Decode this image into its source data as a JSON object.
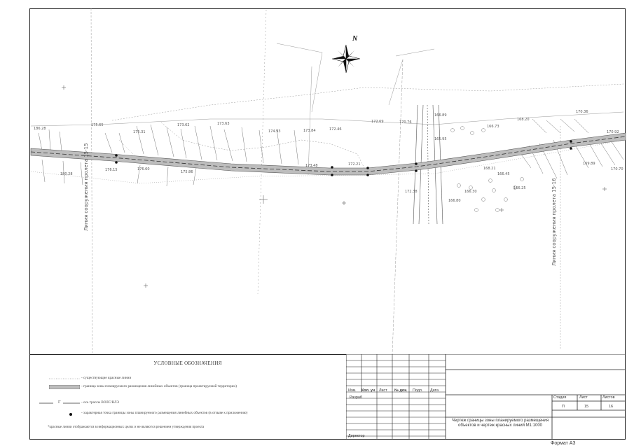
{
  "north_label": "N",
  "map_labels": {
    "left_vertical": "Линия сооружения пролета 15-15",
    "right_vertical": "Линия сооружения пролета 15-16",
    "elevations": [
      {
        "id": "e1",
        "text": "186.28"
      },
      {
        "id": "e2",
        "text": "175.65"
      },
      {
        "id": "e3",
        "text": "175.31"
      },
      {
        "id": "e4",
        "text": "173.62"
      },
      {
        "id": "e5",
        "text": "173.63"
      },
      {
        "id": "e6",
        "text": "174.93"
      },
      {
        "id": "e7",
        "text": "173.84"
      },
      {
        "id": "e8",
        "text": "172.46"
      },
      {
        "id": "e9",
        "text": "172.69"
      },
      {
        "id": "e10",
        "text": "170.76"
      },
      {
        "id": "e11",
        "text": "166.89"
      },
      {
        "id": "e12",
        "text": "166.73"
      },
      {
        "id": "e13",
        "text": "168.20"
      },
      {
        "id": "e14",
        "text": "170.36"
      },
      {
        "id": "e15",
        "text": "170.92"
      },
      {
        "id": "e16",
        "text": "176.60"
      },
      {
        "id": "e17",
        "text": "175.86"
      },
      {
        "id": "e18",
        "text": "173.48"
      },
      {
        "id": "e19",
        "text": "172.21"
      },
      {
        "id": "e20",
        "text": "168.21"
      },
      {
        "id": "e21",
        "text": "166.45"
      },
      {
        "id": "e22",
        "text": "166.30"
      },
      {
        "id": "e23",
        "text": "166.25"
      },
      {
        "id": "e24",
        "text": "172.38"
      },
      {
        "id": "e25",
        "text": "169.89"
      },
      {
        "id": "e26",
        "text": "170.70"
      },
      {
        "id": "e27",
        "text": "180.28"
      },
      {
        "id": "e28",
        "text": "176.15"
      },
      {
        "id": "e29",
        "text": "166.80"
      },
      {
        "id": "e30",
        "text": "165.95"
      }
    ]
  },
  "legend": {
    "title": "УСЛОВНЫЕ ОБОЗНАЧЕНИЯ",
    "items": [
      {
        "text": "- существующие красные линии"
      },
      {
        "text": "- граница зоны планируемого размещения линейных объектов (граница проектируемой территории)"
      },
      {
        "symbol_text": "Г",
        "text": "- ось трассы ВОЛС/ВЛЭ"
      },
      {
        "text": "- характерная точка границы зоны планируемого размещения линейных объектов (в отзыве к приложению)"
      }
    ],
    "note": "*красные линии отображаются в информационных целях и не являются решением утверждения проекта"
  },
  "stamp": {
    "headers": [
      "Изм.",
      "Кол. уч",
      "Лист",
      "№ док.",
      "Подп.",
      "Дата"
    ],
    "role_1": "Разраб",
    "role_2": "Директор",
    "stage_headers": [
      "Стадия",
      "Лист",
      "Листов"
    ],
    "stage_values": [
      "П",
      "15",
      "16"
    ],
    "title": "Чертеж границы зоны планируемого размещения объектов и чертеж красных линий М1:1000"
  },
  "format_label": "Формат А3"
}
